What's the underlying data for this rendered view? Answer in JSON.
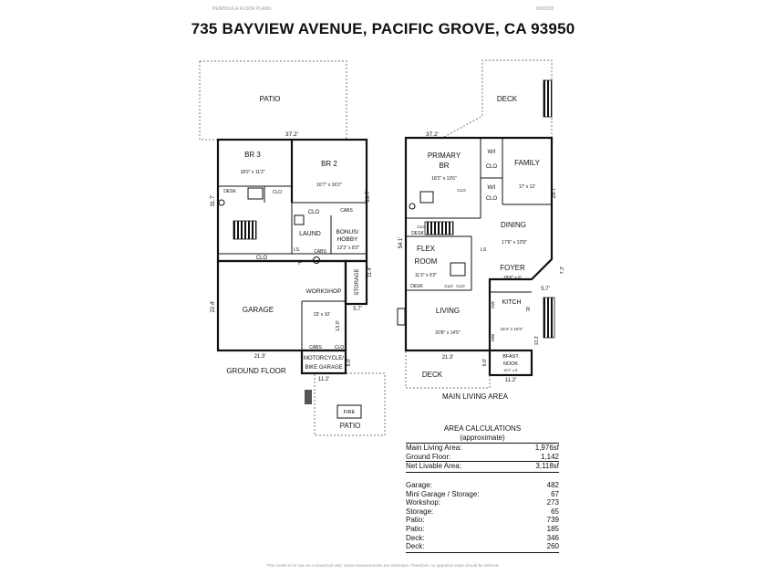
{
  "header": {
    "left": "PENINSULA FLOOR PLANS",
    "right": "8/8/2025"
  },
  "title": "735 BAYVIEW AVENUE, PACIFIC GROVE, CA 93950",
  "ground_floor": {
    "label": "GROUND FLOOR",
    "rooms": {
      "patio_top": "PATIO",
      "br3": "BR 3",
      "br3_dim": "18'2\" x 11'2\"",
      "br2": "BR 2",
      "br2_dim": "16'7\" x 16'2\"",
      "desk": "DESK",
      "clo1": "CLO",
      "clo2": "CLO",
      "clo3": "CLO",
      "clo4": "CLO",
      "cabs1": "CABS",
      "cabs2": "CABS",
      "cabs3": "CABS",
      "laund": "LAUND",
      "ls1": "LS",
      "ls2": "LS",
      "bonus": "BONUS/",
      "hobby": "HOBBY",
      "bonus_dim": "12'3\" x 8'2\"",
      "f": "F",
      "garage": "GARAGE",
      "workshop": "WORKSHOP",
      "workshop_dim": "23' x 10'",
      "storage": "STORAGE",
      "motorcycle": "MOTORCYCLE/",
      "bike_garage": "BIKE GARAGE",
      "patio_bottom": "PATIO",
      "fire": "FIRE"
    },
    "dims": {
      "w_top": "37.2'",
      "h_right": "29.7'",
      "h_left": "31.7'",
      "h_garage": "22.4'",
      "w_garage": "21.3'",
      "w_moto": "11.2'",
      "d13": "13.0'",
      "d6": "6.0'",
      "d57": "5.7'",
      "d114": "11.4'"
    }
  },
  "main_level": {
    "label": "MAIN LIVING AREA",
    "rooms": {
      "deck_top": "DECK",
      "primary": "PRIMARY",
      "br": "BR",
      "primary_dim": "18'2\" x 13'6\"",
      "wi1": "W/I",
      "clo1": "CLO",
      "wi2": "W/I",
      "clo2": "CLO",
      "family": "FAMILY",
      "family_dim": "17' x 12'",
      "dining": "DINING",
      "dining_dim": "17'6\" x 12'8\"",
      "desk1": "DESK",
      "desk2": "DESK",
      "clo3": "CLO",
      "clo4": "CLO",
      "clo5": "CLO",
      "clo6": "CLO",
      "ls": "LS",
      "flex": "FLEX",
      "room": "ROOM",
      "flex_dim": "11'3\" x 9'2\"",
      "foyer": "FOYER",
      "foyer_dim": "18'6\" x 6'",
      "kitchen": "KITCH",
      "kitchen_dim": "15'4\" x 10'2\"",
      "dw": "DW",
      "mw": "MW",
      "r": "R",
      "living": "LIVING",
      "living_dim": "20'8\" x 14'5\"",
      "deck_bottom": "DECK",
      "bfast": "BFAST",
      "nook": "NOOK",
      "bfast_dim": "10'2\" x 6'"
    },
    "dims": {
      "w_top": "37.2'",
      "h_right": "29.7'",
      "h_left": "54.1'",
      "w_bottom": "21.3'",
      "w_nook": "11.2'",
      "d6": "6.0'",
      "d72": "7.2'",
      "d57": "5.7'",
      "d13": "13.2'"
    }
  },
  "area_calculations": {
    "heading1": "AREA CALCULATIONS",
    "heading2": "(approximate)",
    "summary": [
      {
        "label": "Main Living Area:",
        "value": "1,976sf"
      },
      {
        "label": "Ground Floor:",
        "value": "1,142"
      },
      {
        "label": "Net Livable Area:",
        "value": "3,118sf"
      }
    ],
    "details": [
      {
        "label": "Garage:",
        "value": "482"
      },
      {
        "label": "Mini Garage / Storage:",
        "value": "67"
      },
      {
        "label": "Workshop:",
        "value": "273"
      },
      {
        "label": "Storage:",
        "value": "65"
      },
      {
        "label": "Patio:",
        "value": "739"
      },
      {
        "label": "Patio:",
        "value": "185"
      },
      {
        "label": "Deck:",
        "value": "346"
      },
      {
        "label": "Deck:",
        "value": "260"
      }
    ]
  },
  "footer": "This model is for use as a visual tool only. Some measurements are estimates. Therefore, no appraisal value should be inferred."
}
